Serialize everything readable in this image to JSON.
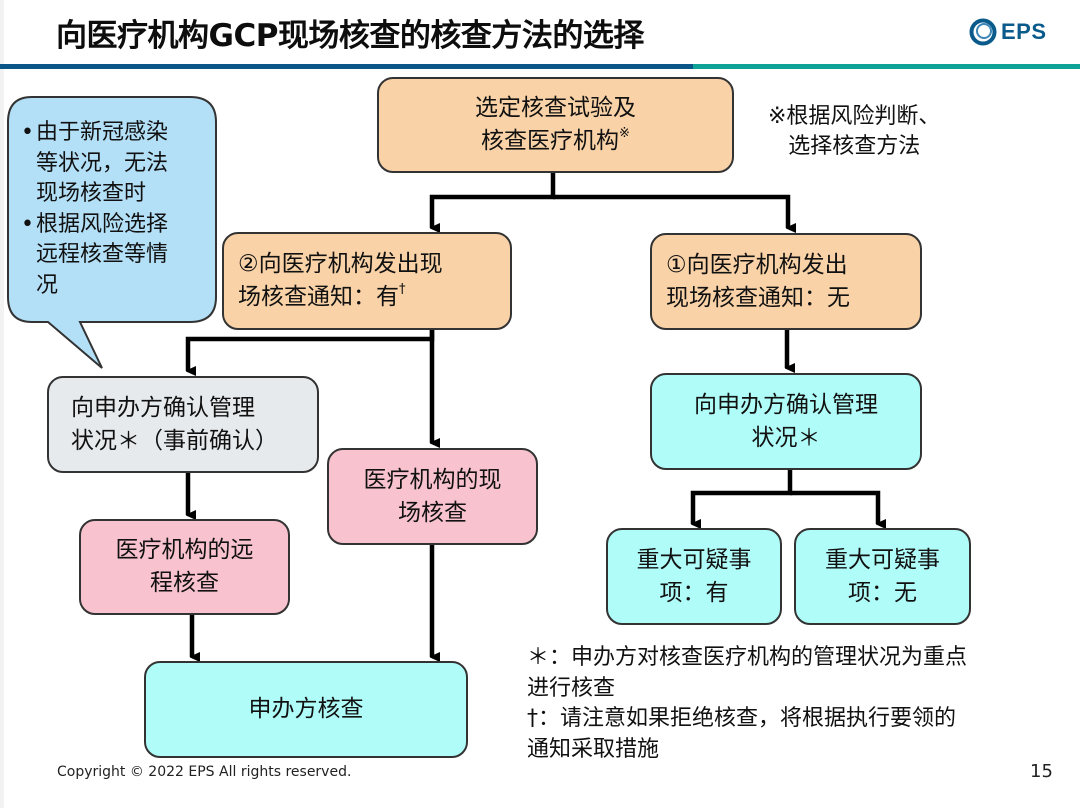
{
  "slide": {
    "title": "向医疗机构GCP现场核查的核查方法的选择",
    "logo_text": "EPS",
    "logo_icon": "eps-ring-logo-icon",
    "brand_colors": {
      "blue": "#0b5688",
      "teal": "#0ea396"
    },
    "page_number": "15",
    "copyright": "Copyright © 2022 EPS All rights reserved."
  },
  "bubble": {
    "items": [
      "由于新冠感染等状况，无法现场核查时",
      "根据风险选择远程核查等情况"
    ],
    "lines": [
      [
        "由于新冠感染",
        "等状况，无法",
        "现场核查时"
      ],
      [
        "根据风险选择",
        "远程核查等情",
        "况"
      ]
    ],
    "color": "#b3e0f7"
  },
  "note": {
    "lines": [
      "※根据风险判断、",
      "选择核查方法"
    ]
  },
  "nodes": {
    "select": {
      "lines": [
        "选定核查试验及",
        "核查医疗机构"
      ],
      "mark": "※",
      "color": "#f9d2a7"
    },
    "notice_yes": {
      "lines": [
        "②向医疗机构发出现",
        "场核查通知：有"
      ],
      "mark": "†",
      "color": "#f9d2a7"
    },
    "notice_no": {
      "lines": [
        "①向医疗机构发出",
        "现场核查通知：无"
      ],
      "color": "#f9d2a7"
    },
    "confirm_prior": {
      "lines": [
        "向申办方确认管理",
        "状况＊（事前确认）"
      ],
      "color": "#e6eaed"
    },
    "onsite_inspection": {
      "lines": [
        "医疗机构的现",
        "场核查"
      ],
      "color": "#f8c3cf"
    },
    "remote_inspection": {
      "lines": [
        "医疗机构的远",
        "程核查"
      ],
      "color": "#f8c3cf"
    },
    "sponsor_inspection": {
      "lines": [
        "申办方核查"
      ],
      "color": "#b0fcf8"
    },
    "confirm_status": {
      "lines": [
        "向申办方确认管理",
        "状况＊"
      ],
      "color": "#b0fcf8"
    },
    "major_doubt_yes": {
      "lines": [
        "重大可疑事",
        "项：有"
      ],
      "color": "#b0fcf8"
    },
    "major_doubt_no": {
      "lines": [
        "重大可疑事",
        "项：无"
      ],
      "color": "#b0fcf8"
    }
  },
  "edges": [
    [
      "select",
      "notice_yes"
    ],
    [
      "select",
      "notice_no"
    ],
    [
      "notice_yes",
      "confirm_prior"
    ],
    [
      "notice_yes",
      "onsite_inspection"
    ],
    [
      "confirm_prior",
      "remote_inspection"
    ],
    [
      "remote_inspection",
      "sponsor_inspection"
    ],
    [
      "onsite_inspection",
      "sponsor_inspection"
    ],
    [
      "notice_no",
      "confirm_status"
    ],
    [
      "confirm_status",
      "major_doubt_yes"
    ],
    [
      "confirm_status",
      "major_doubt_no"
    ]
  ],
  "footnotes": {
    "lines": [
      "＊：申办方对核查医疗机构的管理状况为重点",
      "进行核查",
      "†：请注意如果拒绝核查，将根据执行要领的",
      "通知采取措施"
    ]
  }
}
